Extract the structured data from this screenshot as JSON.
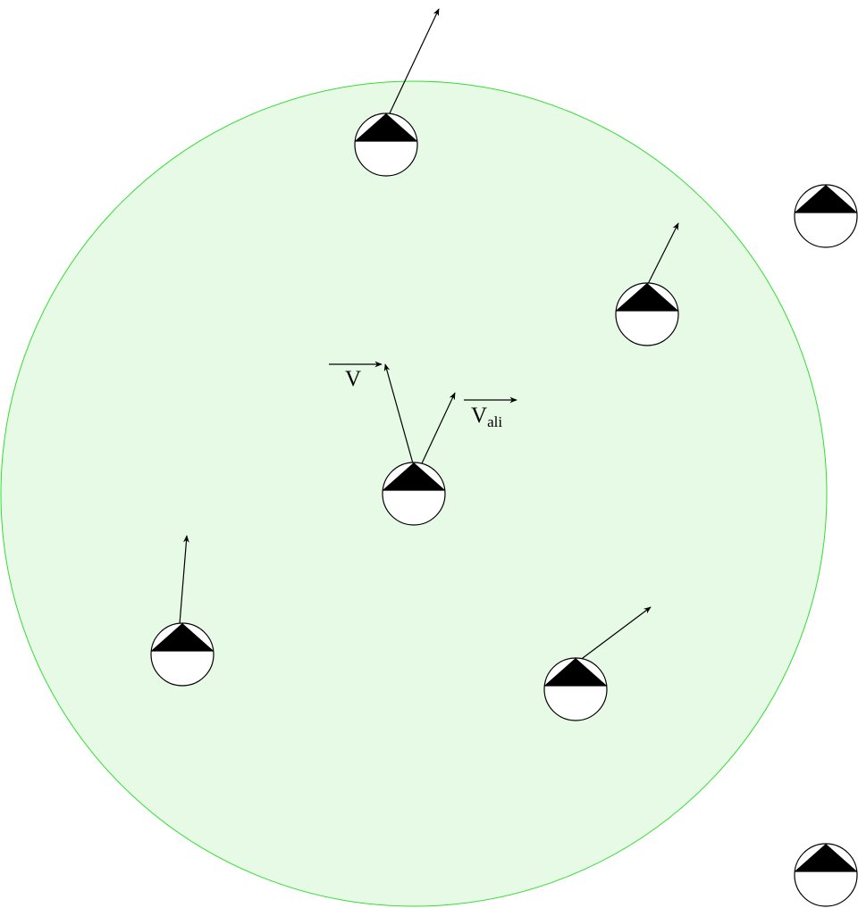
{
  "diagram": {
    "neighborhood": {
      "fill": "#e6fae6",
      "stroke": "#33dd33"
    },
    "agent_style": {
      "body_fill": "#ffffff",
      "outline": "#000000",
      "heading_marker_fill": "#000000"
    },
    "labels": {
      "velocity": "V",
      "alignment_main": "V",
      "alignment_sub": "ali"
    }
  }
}
